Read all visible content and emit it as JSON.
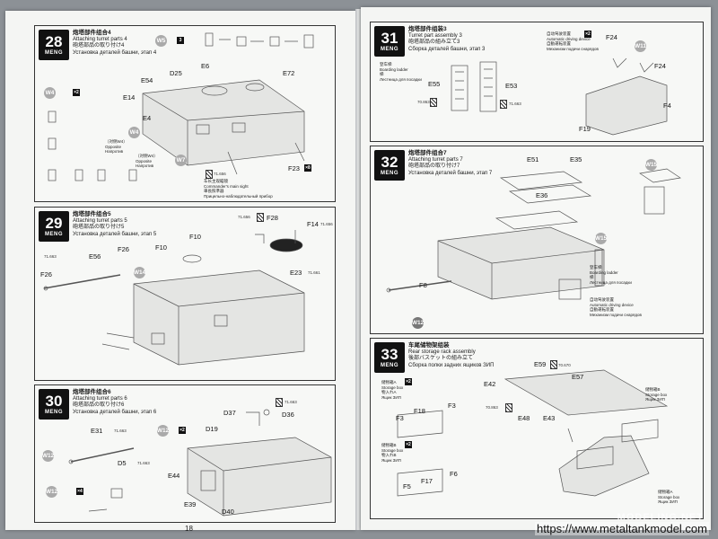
{
  "brand": "MENG",
  "page_number": "18",
  "url": "https://www.metaltankmodel.com",
  "watermark": "MODELING.NET",
  "steps": {
    "s28": {
      "num": "28",
      "zh": "炮塔部件组合4",
      "en": "Attaching turret parts 4",
      "ja": "砲塔部品の取り付け4",
      "ru": "Установка деталей башни, этап 4",
      "parts": [
        "E6",
        "D25",
        "E72",
        "E54",
        "E14",
        "E4",
        "F23"
      ],
      "w5": "W5",
      "w4": "W4",
      "w7": "W7",
      "x2": "×2",
      "x8": "×8",
      "ref": "71.656",
      "note_zh": "车长主观瞄镜",
      "note_en": "Commander's main sight",
      "note_ja": "車長照準器",
      "note_ru": "Прицельно-наблюдательный прибор",
      "w4_zh": "（对侧W4）",
      "w4_en": "Opposite",
      "w4_ru": "Напротив",
      "w7_zh": "（对侧W4）",
      "w7_en": "Opposite",
      "w7_ru": "Напротив"
    },
    "s29": {
      "num": "29",
      "zh": "炮塔部件组合5",
      "en": "Attaching turret parts 5",
      "ja": "砲塔部品の取り付け5",
      "ru": "Установка деталей башни, этап 5",
      "parts": [
        "F28",
        "F14",
        "F26",
        "E56",
        "F10",
        "F10",
        "F26",
        "E23"
      ],
      "ref1": "71.656",
      "ref2": "71.656",
      "ref3": "71.663",
      "ref4": "71.661",
      "w14": "W14"
    },
    "s30": {
      "num": "30",
      "zh": "炮塔部件组合6",
      "en": "Attaching turret parts 6",
      "ja": "砲塔部品の取り付け6",
      "ru": "Установка деталей башни, этап 6",
      "parts": [
        "D37",
        "D36",
        "E31",
        "D19",
        "D5",
        "E44",
        "E39",
        "D40"
      ],
      "w12a": "W12",
      "w12b": "W12",
      "w12c": "W12",
      "x2": "×2",
      "x4": "×4",
      "ref1": "71.663",
      "ref2": "71.663",
      "ref3": "71.663"
    },
    "s31": {
      "num": "31",
      "zh": "炮塔部件组装3",
      "en": "Turret part assembly 3",
      "ja": "砲塔部品の組み立て3",
      "ru": "Сборка деталей башни, этап 3",
      "parts": [
        "E55",
        "E53",
        "F24",
        "F24",
        "F4",
        "F19"
      ],
      "ladder_zh": "登车梯",
      "ladder_en": "Boarding ladder",
      "ladder_ja": "梯",
      "ladder_ru": "Лестница для посадки",
      "auto_zh": "自动驾驶装置",
      "auto_en": "Automatic driving device",
      "auto_ja": "自動運転装置",
      "auto_ru": "Механизм подачи снарядов",
      "w11": "W11",
      "x2": "×2",
      "ref1": "70.863",
      "ref2": "71.663"
    },
    "s32": {
      "num": "32",
      "zh": "炮塔部件组合7",
      "en": "Attaching turret parts 7",
      "ja": "砲塔部品の取り付け7",
      "ru": "Установка деталей башни, этап 7",
      "parts": [
        "E51",
        "E35",
        "E36",
        "F8"
      ],
      "w15a": "W15",
      "w15b": "W15",
      "w12": "W12",
      "ladder_zh": "登车梯",
      "ladder_en": "Boarding ladder",
      "ladder_ja": "梯",
      "ladder_ru": "Лестница для посадки",
      "auto_zh": "自动驾驶装置",
      "auto_en": "Automatic driving device",
      "auto_ja": "自動運転装置",
      "auto_ru": "Механизм подачи снарядов"
    },
    "s33": {
      "num": "33",
      "zh": "车尾储物架组装",
      "en": "Rear storage rack assembly",
      "ja": "後部バスケットの組み立て",
      "ru": "Сборка полки задних ящиков ЗИП",
      "parts": [
        "E59",
        "E57",
        "E42",
        "E48",
        "E43",
        "F3",
        "F18",
        "F3",
        "F5",
        "F17",
        "F6"
      ],
      "boxA_zh": "储物箱A",
      "boxA_en": "Storage box",
      "boxA_ja": "物入れA",
      "boxA_ru": "Ящик ЗИП",
      "boxB_zh": "储物箱B",
      "boxB_en": "Storage box",
      "boxB_ja": "物入れB",
      "boxB_ru": "Ящик ЗИП",
      "boxB2_zh": "储物箱B",
      "boxA2_zh": "储物箱A",
      "x2a": "×2",
      "x2b": "×2",
      "ref1": "70.670",
      "ref2": "70.863"
    }
  }
}
